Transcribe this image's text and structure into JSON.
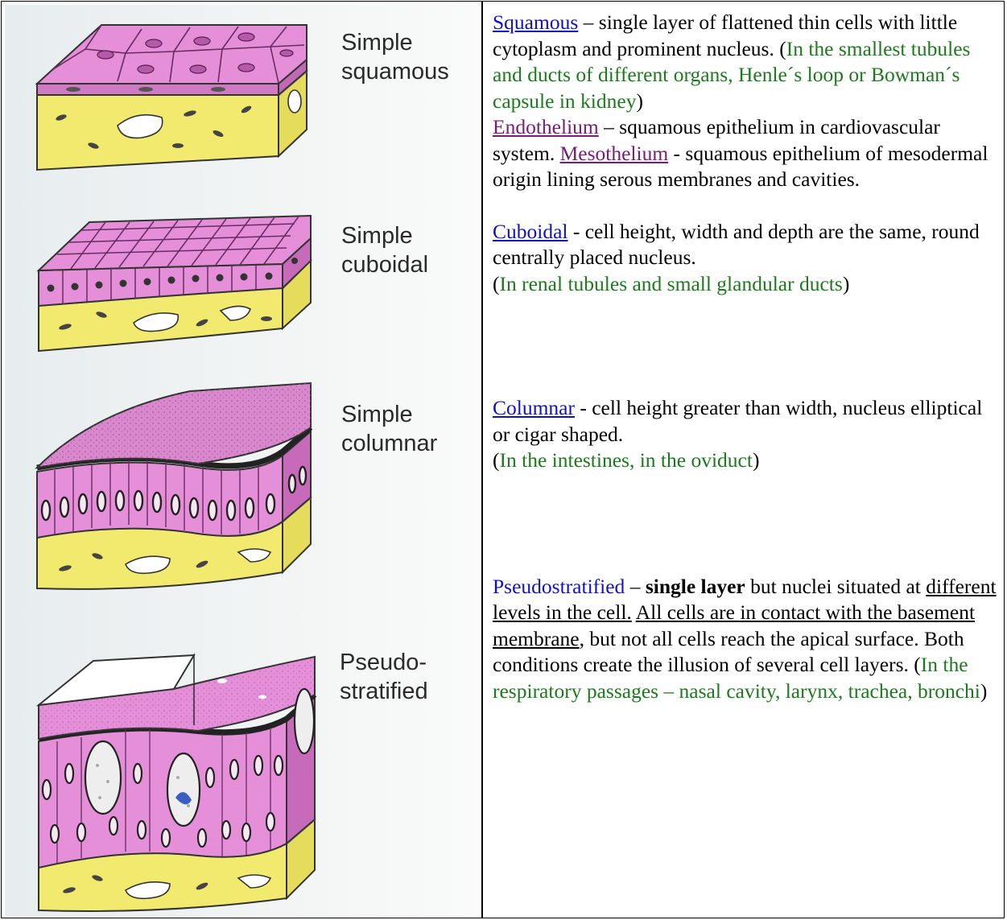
{
  "labels": {
    "squamous": [
      "Simple",
      "squamous"
    ],
    "cuboidal": [
      "Simple",
      "cuboidal"
    ],
    "columnar": [
      "Simple",
      "columnar"
    ],
    "pseudo": [
      "Pseudo-",
      "stratified"
    ]
  },
  "text": {
    "squamous_term": "Squamous",
    "squamous_desc": " – single layer of flattened thin cells with little cytoplasm and prominent nucleus. (",
    "squamous_note": "In the smallest tubules and ducts of different organs, Henle´s loop or Bowman´s capsule in kidney",
    "close_paren": ")",
    "endothelium_term": "Endothelium",
    "endothelium_desc": " – squamous epithelium in cardiovascular system. ",
    "mesothelium_term": "Mesothelium",
    "mesothelium_desc": " - squamous epithelium of mesodermal origin lining serous membranes and cavities.",
    "cuboidal_term": "Cuboidal",
    "cuboidal_desc": " - cell height, width and depth are the same, round centrally placed nucleus.",
    "open_paren": "(",
    "cuboidal_note": "In renal tubules and small glandular ducts",
    "columnar_term": "Columnar",
    "columnar_desc": " - cell height greater than width, nucleus elliptical or cigar shaped.",
    "columnar_note": "In the intestines, in the oviduct",
    "pseudo_term": "Pseudostratified",
    "pseudo_dash": " – ",
    "pseudo_bold": "single layer",
    "pseudo_desc1": " but nuclei situated at ",
    "pseudo_ul1": "different levels in the cell.",
    "pseudo_space": " ",
    "pseudo_ul2": "All cells are in contact with the basement membrane",
    "pseudo_desc2": ", but not all cells reach the apical surface. Both conditions create the illusion of several cell layers. (",
    "pseudo_note": "In the respiratory passages – nasal cavity, larynx, trachea, bronchi"
  },
  "colors": {
    "cell_pink": "#e48fd8",
    "cell_pink_dark": "#c76ab9",
    "connective_yellow": "#f2ea6e",
    "term_blue": "#1010c8",
    "term_purple": "#7a1a7a",
    "note_green": "#1b7a1b"
  }
}
